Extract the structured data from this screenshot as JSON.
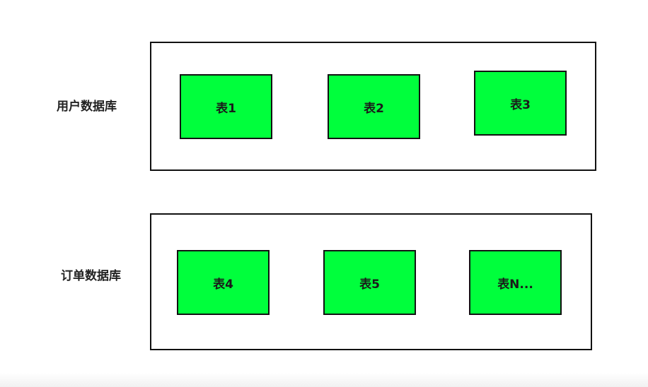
{
  "colors": {
    "table_fill": "#00ff3c",
    "border": "#111111",
    "background": "#ffffff"
  },
  "databases": [
    {
      "label": "用户数据库",
      "tables": [
        "表1",
        "表2",
        "表3"
      ]
    },
    {
      "label": "订单数据库",
      "tables": [
        "表4",
        "表5",
        "表N..."
      ]
    }
  ]
}
